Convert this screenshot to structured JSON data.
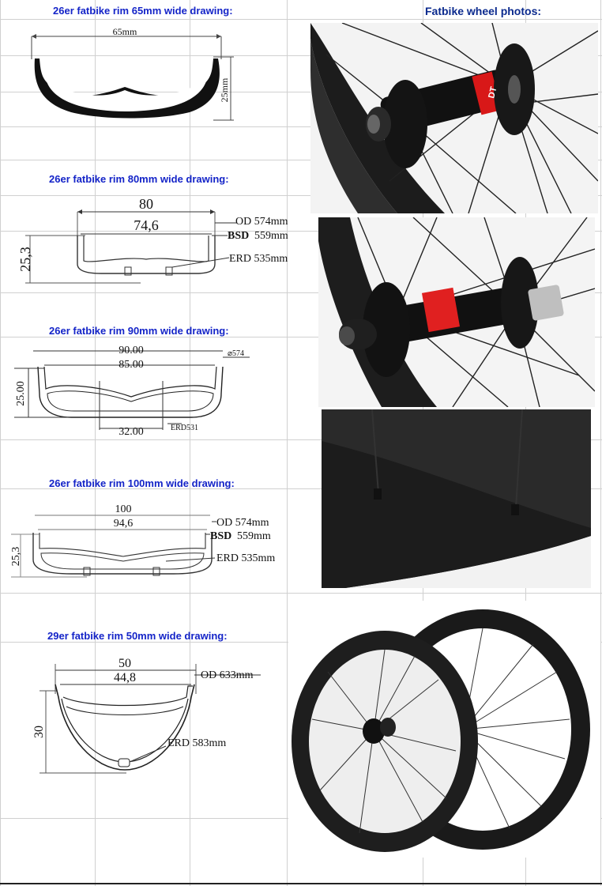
{
  "photos_heading": "Fatbike wheel photos:",
  "drawings": [
    {
      "title": "26er fatbike rim 65mm wide drawing:",
      "labels": {
        "width": "65mm",
        "height": "25mm"
      }
    },
    {
      "title": "26er fatbike rim 80mm wide drawing:",
      "labels": {
        "outer_width": "80",
        "inner_width": "74,6",
        "height": "25,3",
        "od": "OD 574mm",
        "bsd_key": "BSD",
        "bsd_val": "559mm",
        "erd": "ERD 535mm"
      }
    },
    {
      "title": "26er fatbike rim 90mm wide drawing:",
      "labels": {
        "outer_width": "90.00",
        "inner_width": "85.00",
        "height": "25.00",
        "od": "⌀574",
        "bottom_width": "32.00",
        "erd": "ERD531"
      }
    },
    {
      "title": "26er fatbike rim 100mm wide drawing:",
      "labels": {
        "outer_width": "100",
        "inner_width": "94,6",
        "height": "25,3",
        "od": "OD 574mm",
        "bsd_key": "BSD",
        "bsd_val": "559mm",
        "erd": "ERD 535mm"
      }
    },
    {
      "title": "29er fatbike rim 50mm wide drawing:",
      "labels": {
        "outer_width": "50",
        "inner_width": "44,8",
        "height": "30",
        "od": "OD 633mm",
        "erd": "ERD 583mm"
      }
    }
  ],
  "hub_brand": "DT"
}
